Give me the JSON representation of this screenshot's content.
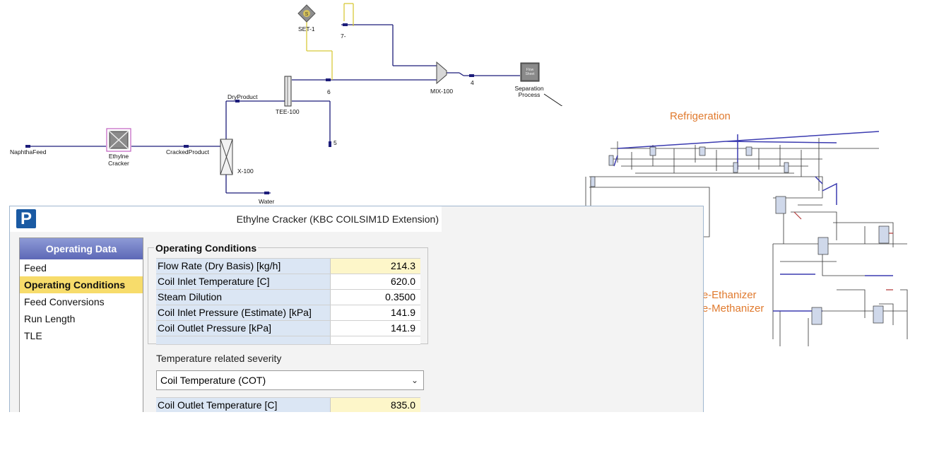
{
  "flowsheet": {
    "streams": {
      "naphtha_feed": "NaphthaFeed",
      "cracked_product": "CrackedProduct",
      "dry_product": "DryProduct",
      "water": "Water",
      "s6": "6",
      "s5": "5",
      "s4": "4",
      "s7": "7-"
    },
    "units": {
      "cracker": "Ethylne\nCracker",
      "x100": "X-100",
      "tee100": "TEE-100",
      "mix100": "MIX-100",
      "set1": "SET-1",
      "separation": "Separation\nProcess",
      "sub_flowsheet_icon": "Flow\nSheet",
      "set_icon_letter": "S"
    },
    "annotations": {
      "refrigeration": "Refrigeration",
      "de_ethanizer": "De-Ethanizer",
      "de_methanizer": "De-Methanizer"
    },
    "colors": {
      "stream": "#1c1c7a",
      "energy": "#d8c93a",
      "annotation": "#e07a2e"
    }
  },
  "dialog": {
    "app_icon": "P",
    "title": "Ethylne Cracker (KBC COILSIM1D Extension)",
    "nav": {
      "header": "Operating Data",
      "items": [
        {
          "label": "Feed",
          "selected": false
        },
        {
          "label": "Operating Conditions",
          "selected": true
        },
        {
          "label": "Feed Conversions",
          "selected": false
        },
        {
          "label": "Run Length",
          "selected": false
        },
        {
          "label": "TLE",
          "selected": false
        }
      ]
    },
    "operating_conditions": {
      "title": "Operating Conditions",
      "rows": [
        {
          "label": "Flow Rate (Dry Basis) [kg/h]",
          "value": "214.3"
        },
        {
          "label": "Coil Inlet Temperature [C]",
          "value": "620.0"
        },
        {
          "label": "Steam Dilution",
          "value": "0.3500"
        },
        {
          "label": "Coil Inlet Pressure (Estimate) [kPa]",
          "value": "141.9"
        },
        {
          "label": "Coil Outlet Pressure [kPa]",
          "value": "141.9"
        }
      ]
    },
    "severity": {
      "label": "Temperature related severity",
      "selected": "Coil Temperature (COT)",
      "row_label": "Coil Outlet Temperature [C]",
      "row_value": "835.0"
    }
  }
}
